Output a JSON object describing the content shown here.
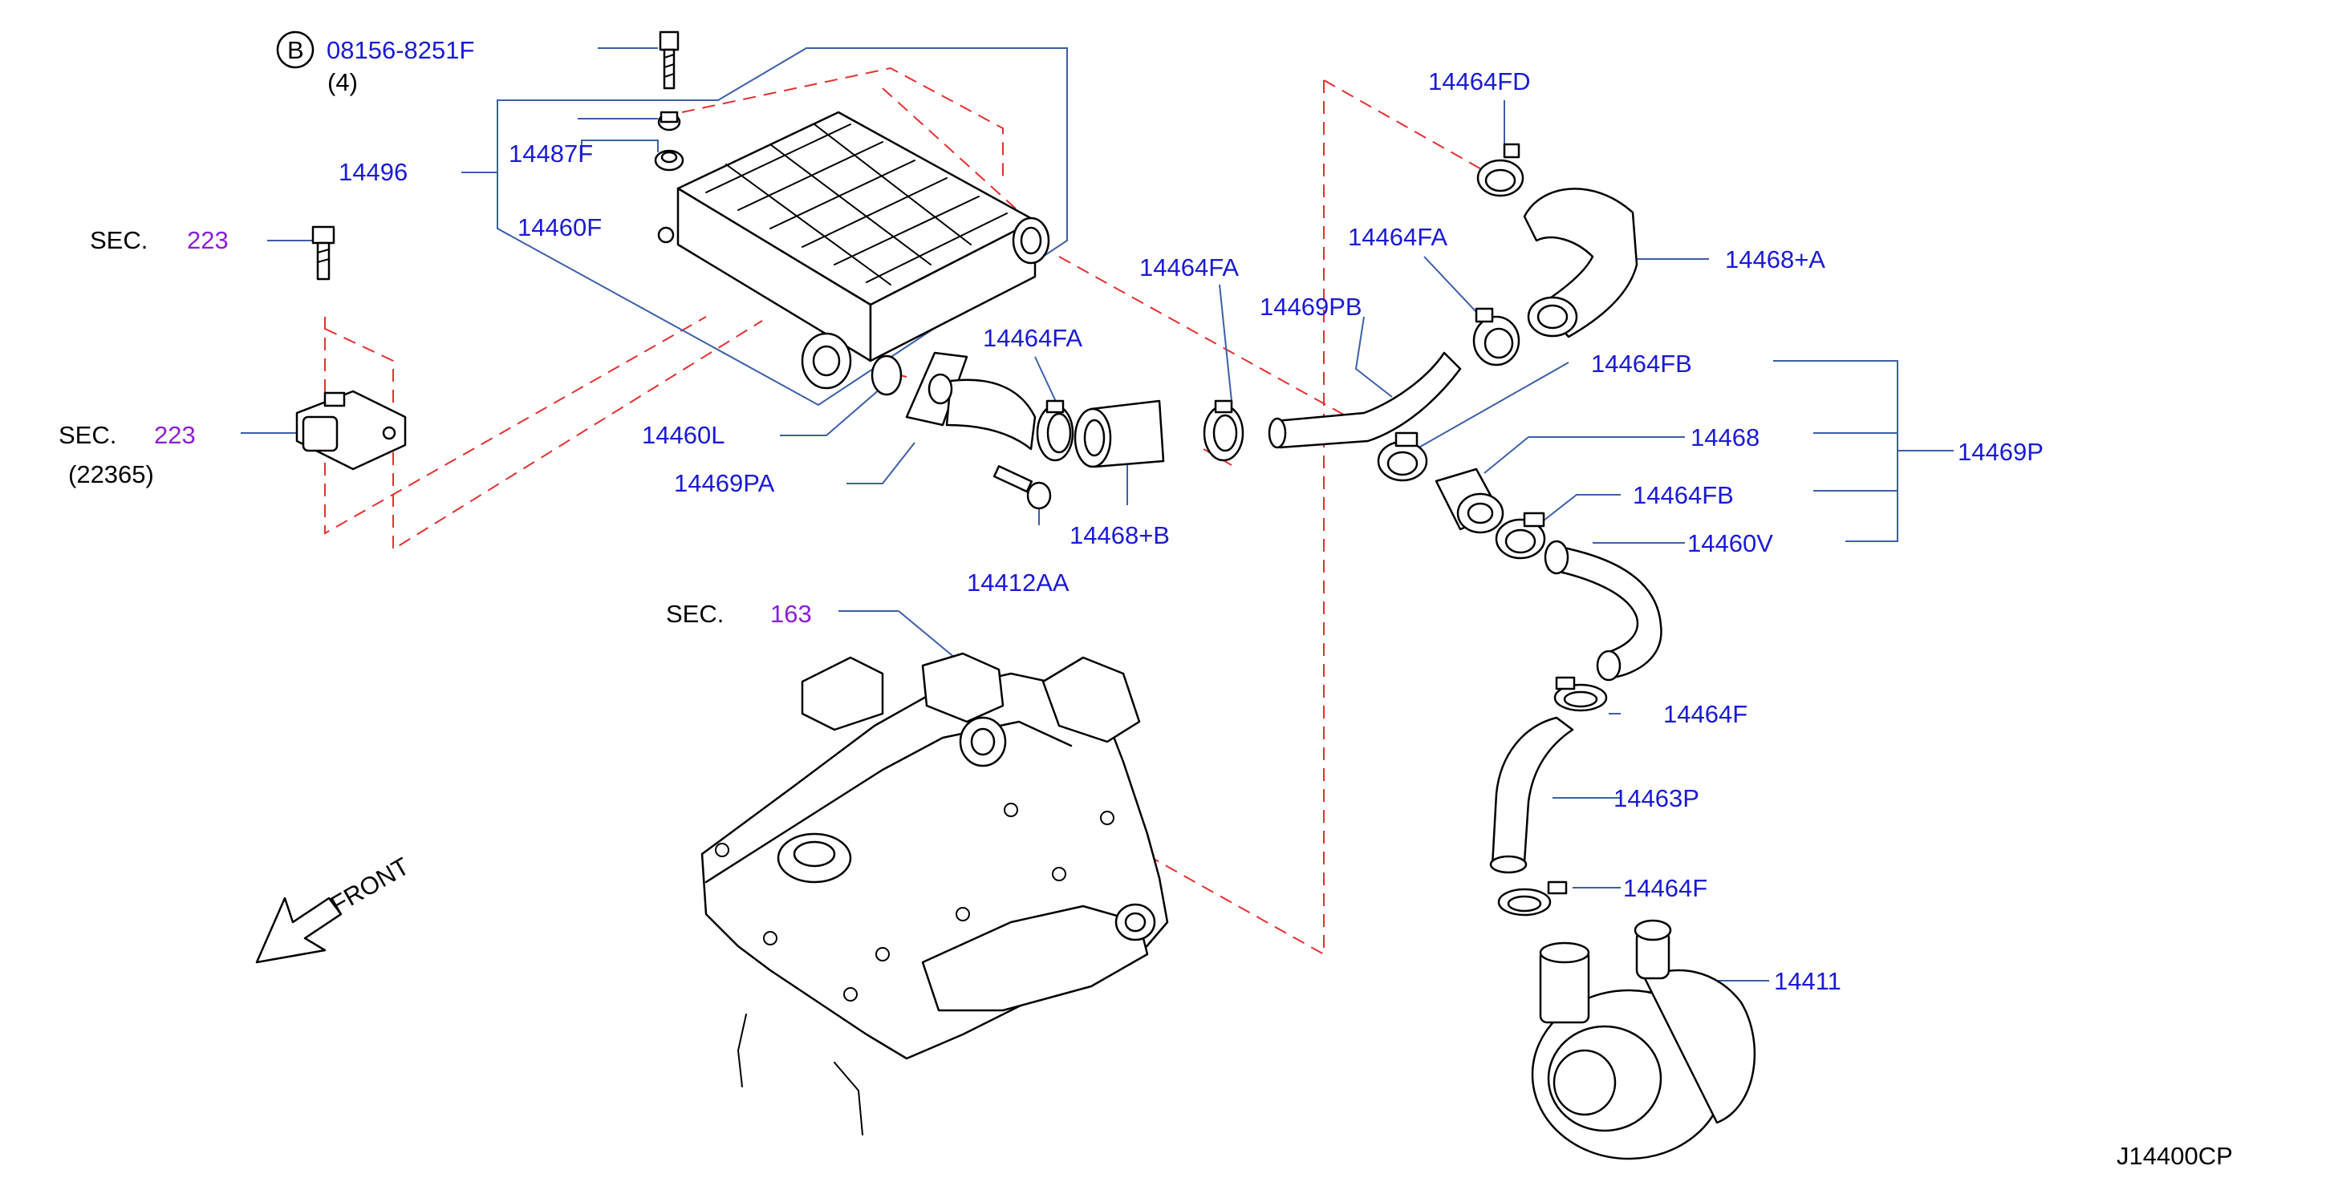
{
  "diagram_id": "J14400CP",
  "front_label": "FRONT",
  "bolt_callout": {
    "circle_letter": "B",
    "part_no": "08156-8251F",
    "qty": "(4)"
  },
  "section_refs": [
    {
      "prefix": "SEC.",
      "number": "223",
      "sub": ""
    },
    {
      "prefix": "SEC.",
      "number": "223",
      "sub": "(22365)"
    },
    {
      "prefix": "SEC.",
      "number": "163",
      "sub": ""
    }
  ],
  "parts": {
    "p14496": "14496",
    "p14487F": "14487F",
    "p14460F": "14460F",
    "p14460L": "14460L",
    "p14469PA": "14469PA",
    "p14464FA_1": "14464FA",
    "p14464FA_2": "14464FA",
    "p14464FA_3": "14464FA",
    "p14468B": "14468+B",
    "p14412AA": "14412AA",
    "p14469PB": "14469PB",
    "p14464FD": "14464FD",
    "p14468A": "14468+A",
    "p14464FB_1": "14464FB",
    "p14464FB_2": "14464FB",
    "p14468": "14468",
    "p14469P": "14469P",
    "p14460V": "14460V",
    "p14464F_1": "14464F",
    "p14463P": "14463P",
    "p14464F_2": "14464F",
    "p14411": "14411"
  },
  "colors": {
    "part_label": "#1a1ad6",
    "section_number": "#8a1fd6",
    "leader": "#3b5fa8",
    "dashed_guide": "#e53030"
  }
}
